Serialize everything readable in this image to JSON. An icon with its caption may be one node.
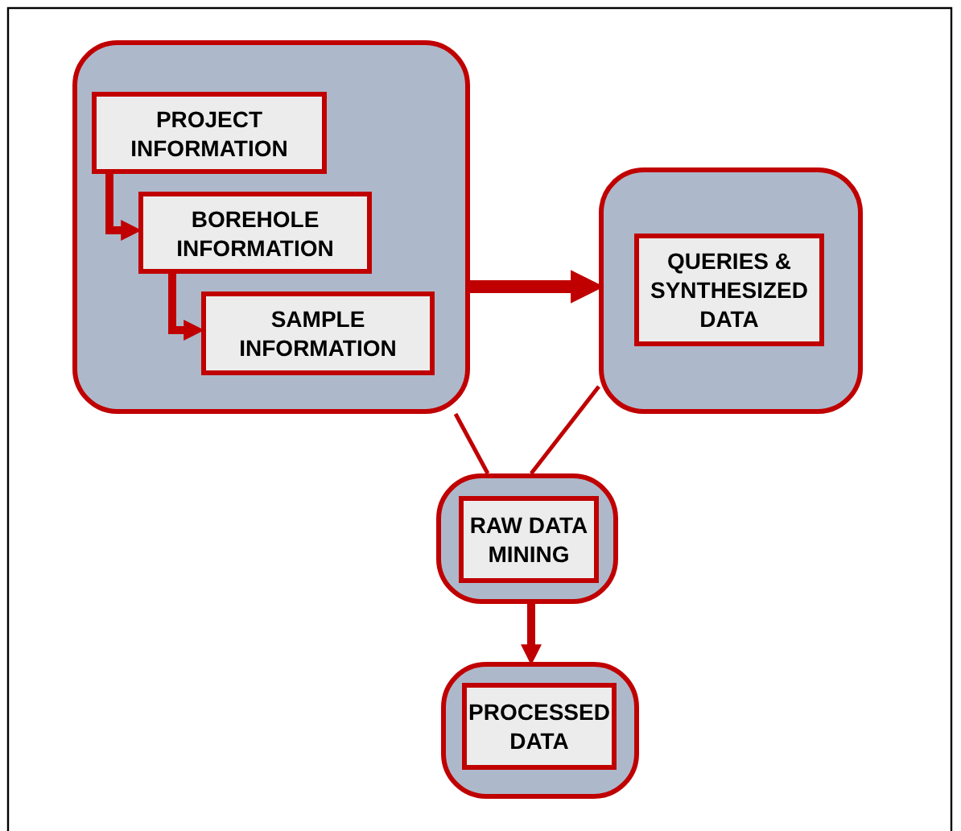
{
  "diagram": {
    "nodes": [
      {
        "text": [],
        "shape": "box"
      },
      {
        "text": [
          "PROJECT INFORMATION"
        ],
        "in": 0
      },
      {
        "text": [
          "BOREHOLE INFORMATION"
        ],
        "in": 0
      },
      {
        "text": [
          "SAMPLE INFORMATION"
        ],
        "in": 0
      },
      {
        "text": [],
        "shape": "box"
      },
      {
        "text": [
          "QUERIES & SYNTHESIZED DATA"
        ],
        "in": 4
      },
      {
        "text": [],
        "shape": "box"
      },
      {
        "text": [
          "RAW DATA MINING"
        ],
        "in": 6
      },
      {
        "text": [],
        "shape": "box"
      },
      {
        "text": [
          "PROCESSED DATA"
        ],
        "in": 8
      }
    ],
    "edges": [
      {
        "from": 1,
        "to": 2,
        "arrow": "to"
      },
      {
        "from": 2,
        "to": 3,
        "arrow": "to"
      },
      {
        "from": 0,
        "to": 4,
        "arrow": "to"
      },
      {
        "from": 0,
        "to": 6,
        "arrow": "none"
      },
      {
        "from": 4,
        "to": 6,
        "arrow": "none"
      },
      {
        "from": 6,
        "to": 8,
        "arrow": "to"
      }
    ]
  }
}
